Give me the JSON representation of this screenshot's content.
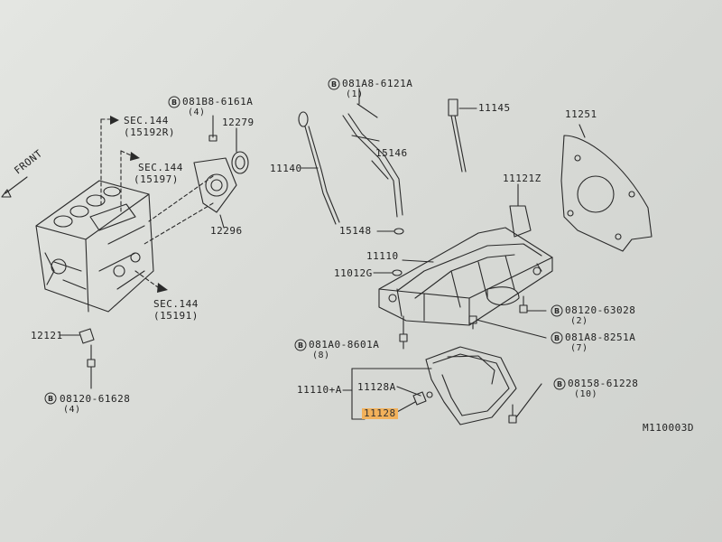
{
  "front_label": "FRONT",
  "diagram_code": "M110003D",
  "labels": {
    "sec144_a": "SEC.144",
    "sec144_a_ref": "(15192R)",
    "sec144_b": "SEC.144",
    "sec144_b_ref": "(15197)",
    "sec144_c": "SEC.144",
    "sec144_c_ref": "(15191)",
    "bolt_081b8": "081B8-6161A",
    "bolt_081b8_qty": "(4)",
    "p12279": "12279",
    "p12296": "12296",
    "p12121": "12121",
    "bolt_08120_61628": "08120-61628",
    "bolt_08120_61628_qty": "(4)",
    "bolt_081a8_6121a": "081A8-6121A",
    "bolt_081a8_6121a_qty": "(1)",
    "p11140": "11140",
    "p15146": "15146",
    "p15148": "15148",
    "p11145": "11145",
    "p11121z": "11121Z",
    "p11251": "11251",
    "p11110": "11110",
    "p11012g": "11012G",
    "bolt_08120_63028": "08120-63028",
    "bolt_08120_63028_qty": "(2)",
    "bolt_081a8_8251a": "081A8-8251A",
    "bolt_081a8_8251a_qty": "(7)",
    "bolt_081a0_8601a": "081A0-8601A",
    "bolt_081a0_8601a_qty": "(8)",
    "p11110a": "11110+A",
    "p11128a": "11128A",
    "p11128": "11128",
    "bolt_08158_61228": "08158-61228",
    "bolt_08158_61228_qty": "(10)"
  },
  "colors": {
    "ink": "#2a2a2a",
    "highlight": "#f2b15b",
    "paper": "#e2e4e0"
  }
}
